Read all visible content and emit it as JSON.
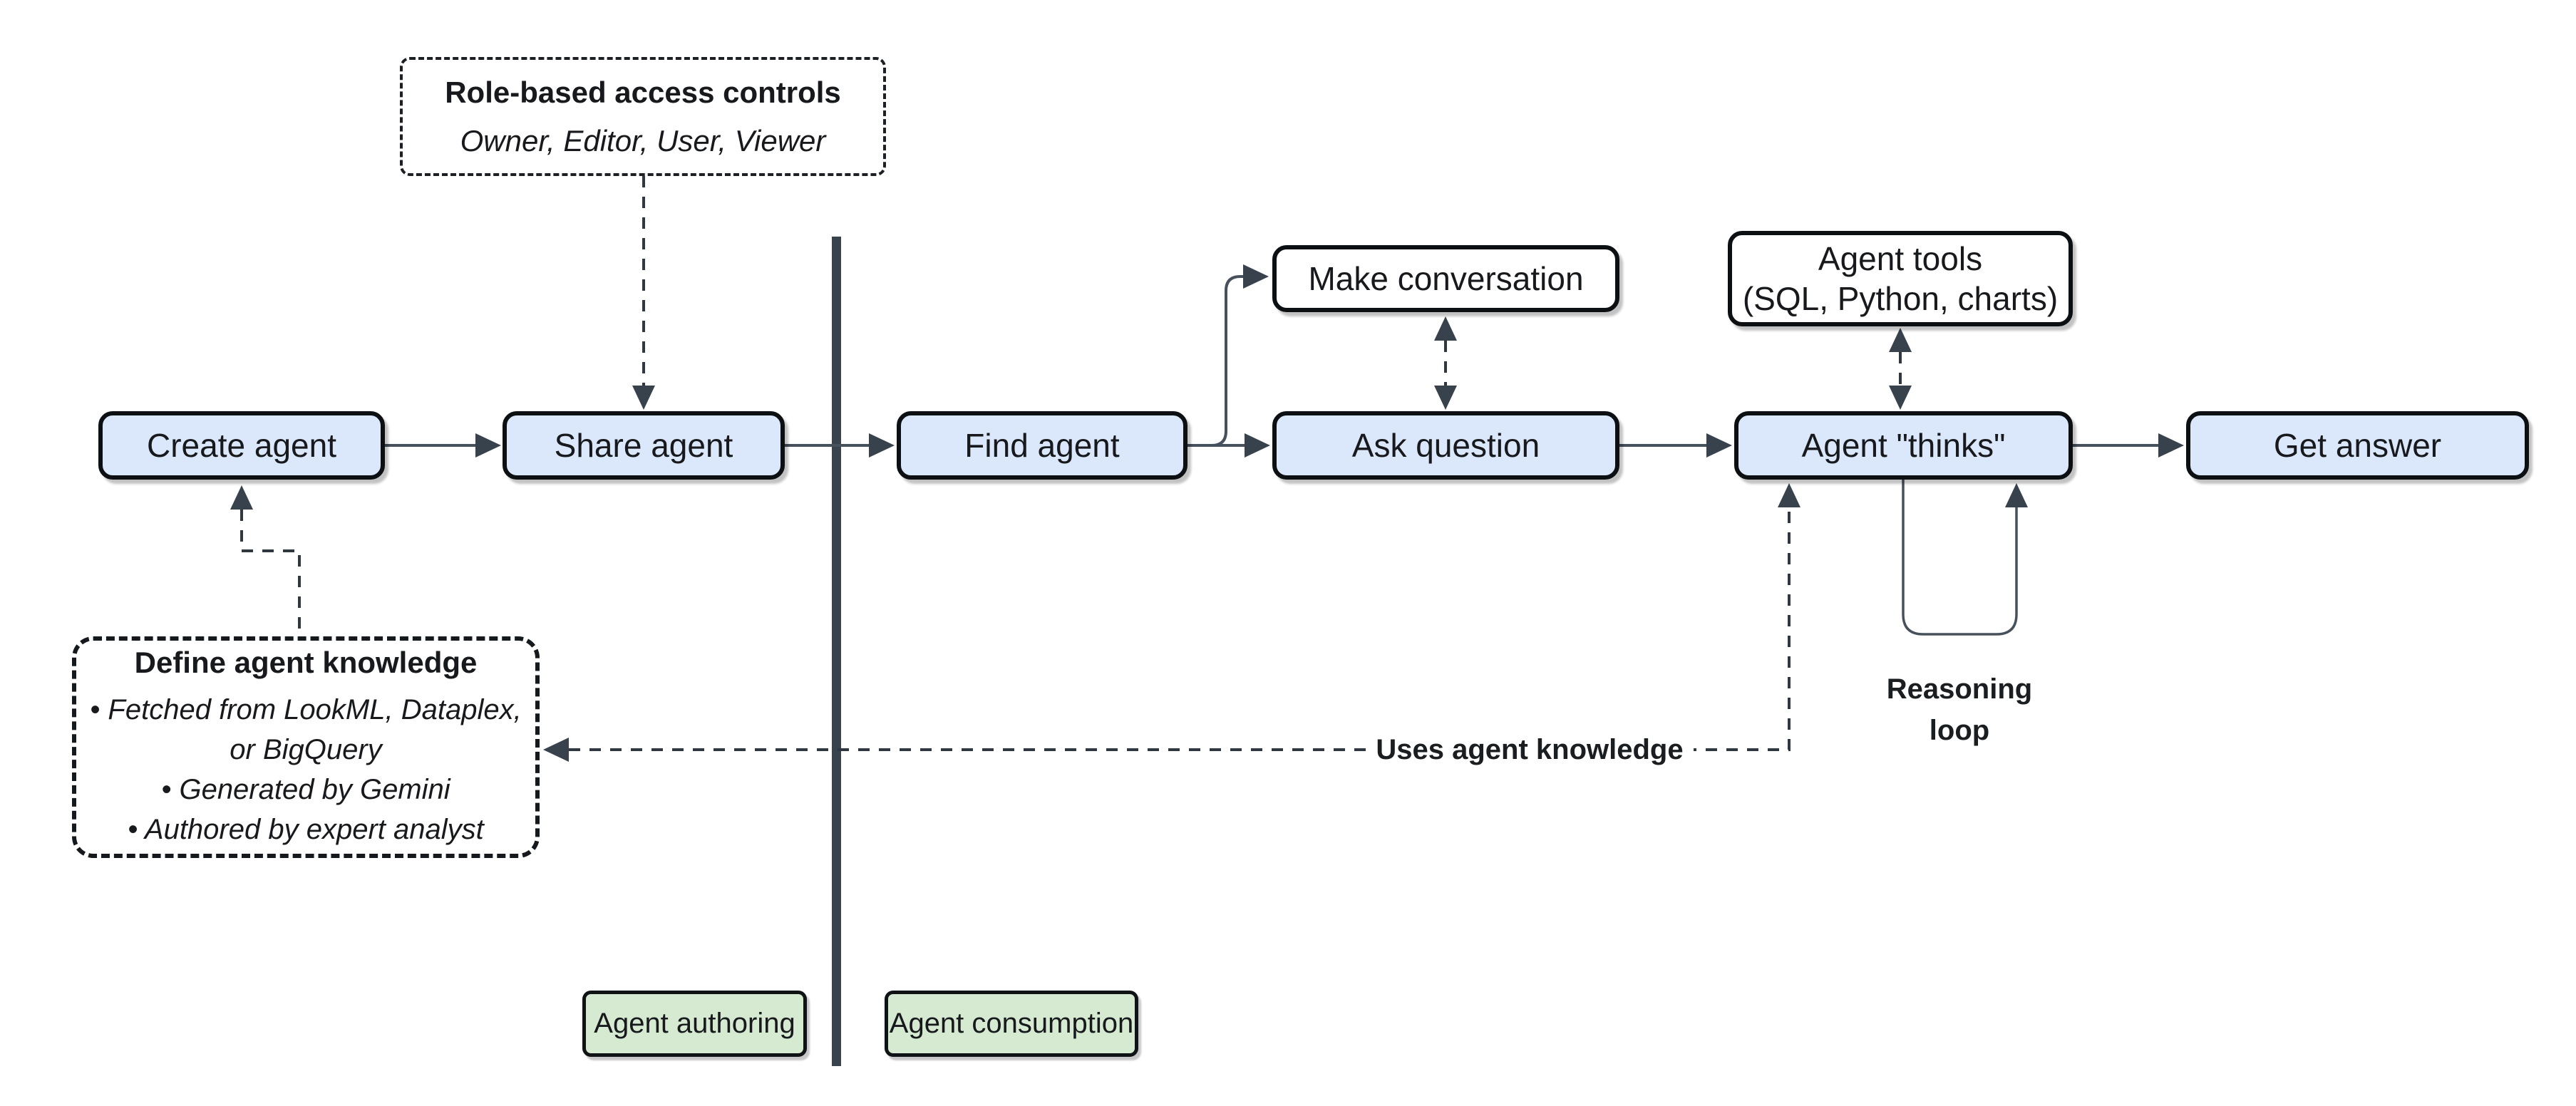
{
  "diagram": {
    "nodes": {
      "create_agent": "Create agent",
      "share_agent": "Share agent",
      "find_agent": "Find agent",
      "make_conversation": "Make conversation",
      "ask_question": "Ask question",
      "agent_tools": "Agent tools\n(SQL, Python, charts)",
      "agent_thinks": "Agent \"thinks\"",
      "get_answer": "Get answer"
    },
    "notes": {
      "role_box": {
        "title": "Role-based access controls",
        "subtitle": "Owner, Editor, User, Viewer"
      },
      "define_box": {
        "title": "Define agent knowledge",
        "bullets": [
          "Fetched from LookML, Dataplex,\nor BigQuery",
          "Generated by Gemini",
          "Authored by expert analyst"
        ]
      }
    },
    "labels": {
      "uses_agent_knowledge": "Uses agent knowledge",
      "reasoning_loop": "Reasoning\nloop",
      "agent_authoring": "Agent authoring",
      "agent_consumption": "Agent consumption"
    },
    "colors": {
      "node_fill": "#dbe8fb",
      "white_node_fill": "#ffffff",
      "tag_fill": "#d6ead2",
      "border": "#0d1013",
      "solid_line": "#47515c",
      "dashed_line": "#2f3740",
      "arrowhead": "#38424d",
      "divider": "#38434e"
    }
  }
}
